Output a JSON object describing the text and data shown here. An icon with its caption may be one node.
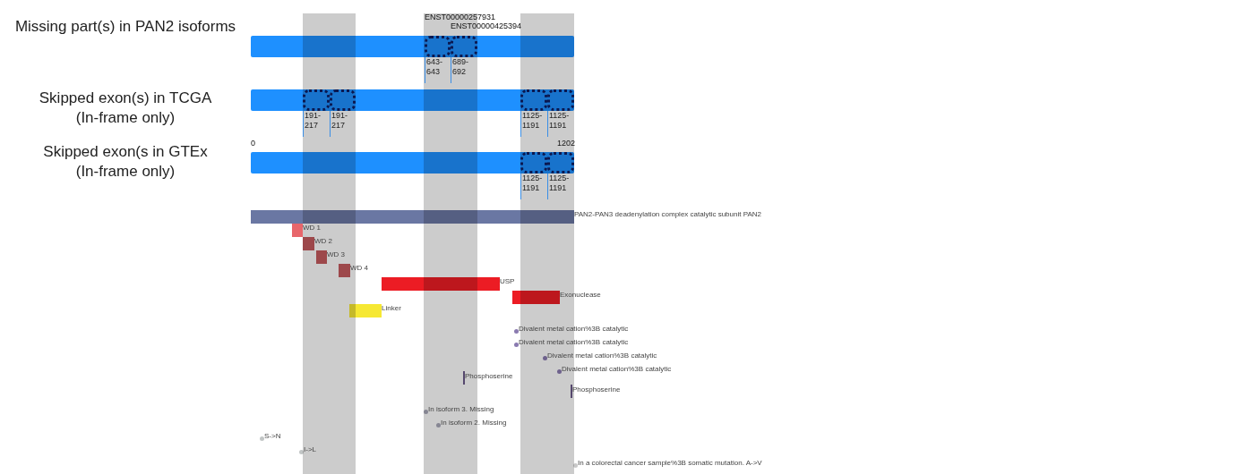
{
  "diagram": {
    "nodes": [
      {
        "text": [
          "Missing part(s) in PAN2 isoforms"
        ]
      },
      {
        "text": [
          "ENST00000257931"
        ],
        "in": 0,
        "beside": [
          "643-643"
        ]
      },
      {
        "text": [
          "ENST00000425394"
        ],
        "in": 0,
        "beside": [
          "689-692"
        ]
      },
      {
        "text": [
          "Skipped exon(s) in TCGA (In-frame only)"
        ]
      },
      {
        "text": [],
        "shape": "box",
        "in": 3,
        "beside": [
          "191-217"
        ]
      },
      {
        "text": [],
        "shape": "box",
        "in": 3,
        "beside": [
          "191-217"
        ]
      },
      {
        "text": [],
        "shape": "box",
        "in": 3,
        "beside": [
          "1125-1191"
        ]
      },
      {
        "text": [],
        "shape": "box",
        "in": 3,
        "beside": [
          "1125-1191"
        ]
      },
      {
        "text": [
          "Skipped exon(s in GTEx (In-frame only)"
        ]
      },
      {
        "text": [],
        "shape": "box",
        "in": 8,
        "beside": [
          "1125-1191"
        ]
      },
      {
        "text": [],
        "shape": "box",
        "in": 8,
        "beside": [
          "1125-1191"
        ]
      },
      {
        "text": [
          "PAN2-PAN3 deadenylation complex catalytic subunit PAN2"
        ]
      },
      {
        "text": [
          "WD 1"
        ]
      },
      {
        "text": [
          "WD 2"
        ]
      },
      {
        "text": [
          "WD 3"
        ]
      },
      {
        "text": [
          "WD 4"
        ]
      },
      {
        "text": [
          "USP"
        ]
      },
      {
        "text": [
          "Exonuclease"
        ]
      },
      {
        "text": [
          "Linker"
        ]
      },
      {
        "text": [
          "Divalent metal cation%3B catalytic"
        ]
      },
      {
        "text": [
          "Divalent metal cation%3B catalytic"
        ]
      },
      {
        "text": [
          "Divalent metal cation%3B catalytic"
        ]
      },
      {
        "text": [
          "Divalent metal cation%3B catalytic"
        ]
      },
      {
        "text": [
          "Phosphoserine"
        ]
      },
      {
        "text": [
          "Phosphoserine"
        ]
      },
      {
        "text": [
          "In isoform 3. Missing"
        ]
      },
      {
        "text": [
          "In isoform 2. Missing"
        ]
      },
      {
        "text": [
          "S->N"
        ]
      },
      {
        "text": [
          "I->L"
        ]
      },
      {
        "text": [
          "In a colorectal cancer sample%3B somatic mutation. A->V"
        ]
      }
    ],
    "labels": [
      "0",
      "1202"
    ]
  }
}
